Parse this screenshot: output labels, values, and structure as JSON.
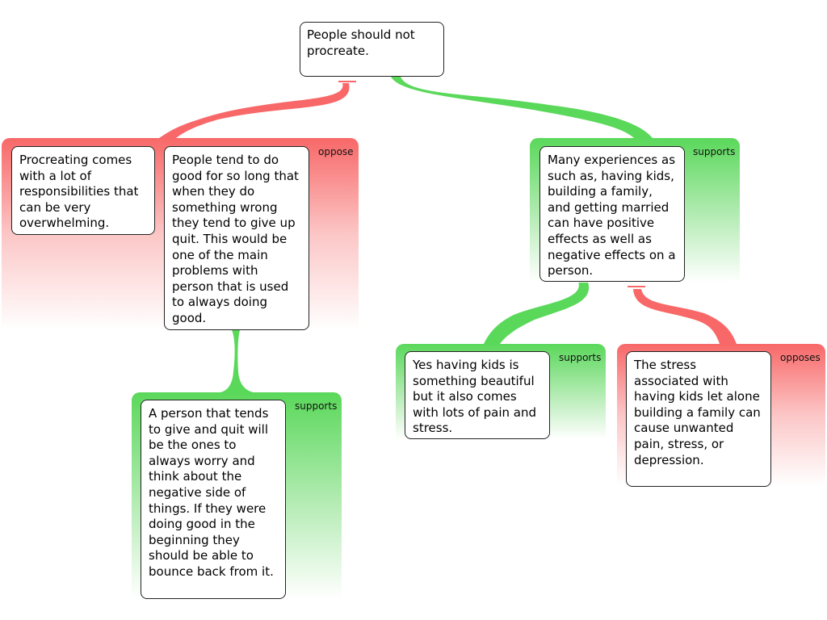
{
  "colors": {
    "oppose": "#f86868",
    "support": "#5ad85a"
  },
  "claim": {
    "text": "People should not procreate."
  },
  "oppose_group": {
    "label": "oppose",
    "premises": [
      {
        "text": "Procreating comes with a lot of responsibilities that can be very overwhelming."
      },
      {
        "text": "People tend to do good for so long that when they do something wrong they tend to give up quit. This would be one of the main problems with person that is used to always doing good."
      }
    ]
  },
  "support_group": {
    "label": "supports",
    "premises": [
      {
        "text": "Many experiences as such as, having kids, building a family, and getting married can have positive effects as well as negative effects on a person."
      }
    ]
  },
  "sub_support_left": {
    "label": "supports",
    "premises": [
      {
        "text": "A person that tends to give and quit will be the ones to always worry and think about the negative side of things. If they were doing good in the beginning they should be able to bounce back from it."
      }
    ]
  },
  "sub_support_right": {
    "label": "supports",
    "premises": [
      {
        "text": "Yes having kids is something beautiful but it also comes with lots of pain and stress."
      }
    ]
  },
  "sub_oppose_right": {
    "label": "opposes",
    "premises": [
      {
        "text": "The stress associated with having kids let alone building a family can cause unwanted pain, stress, or depression."
      }
    ]
  }
}
